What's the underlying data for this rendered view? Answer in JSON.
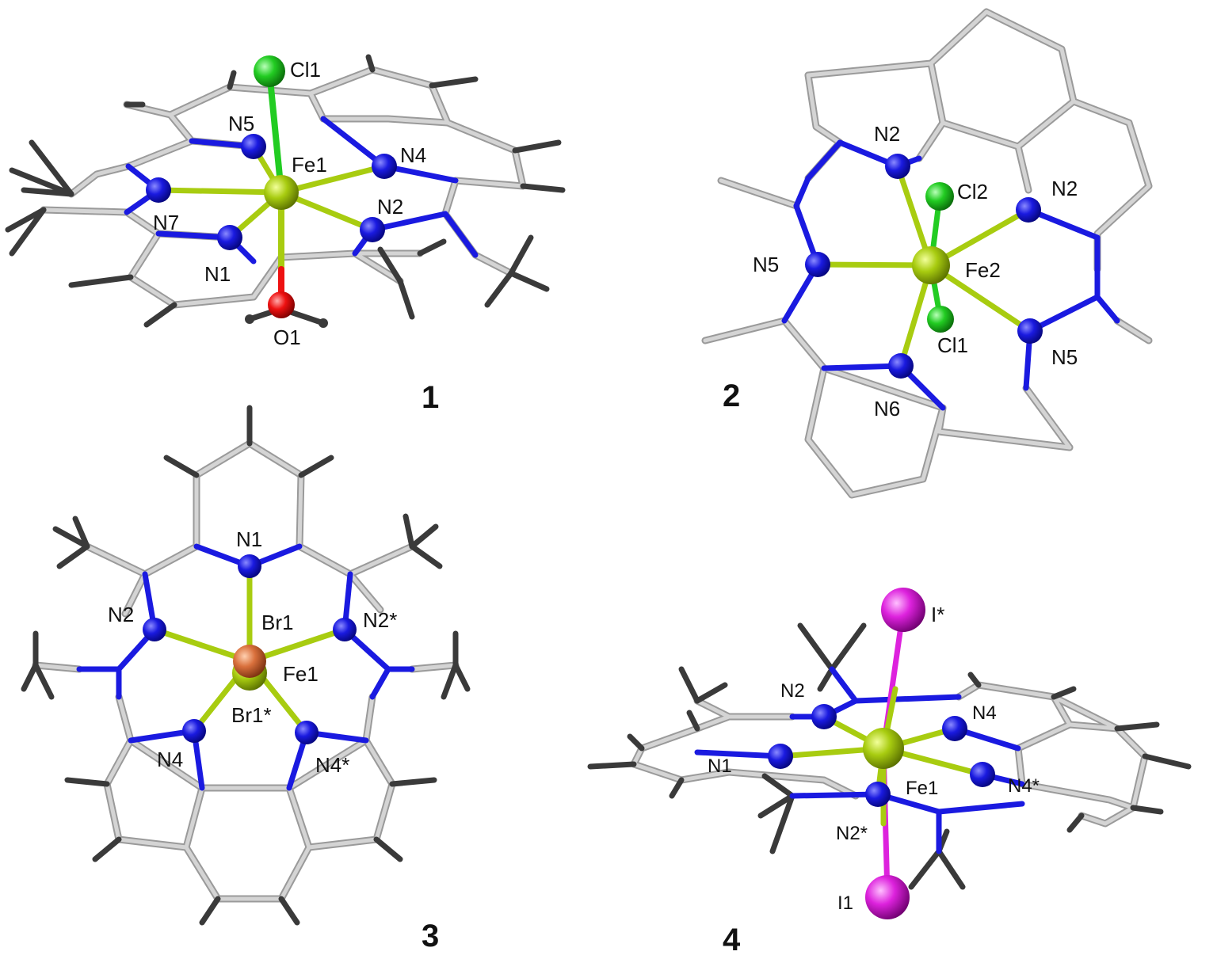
{
  "colors": {
    "bond": "#c8c8c8",
    "bond_edge": "#8a8a8a",
    "hydrogen": "#3a3a3a",
    "nitrogen": "#1a1ae0",
    "iron": "#a8cc10",
    "chlorine": "#22cc22",
    "oxygen": "#ee1111",
    "bromine": "#d9703c",
    "iodine": "#dd22dd",
    "label": "#111111"
  },
  "panels": [
    {
      "number": "1",
      "labels": {
        "cl1": "Cl1",
        "n5": "N5",
        "fe1": "Fe1",
        "n4": "N4",
        "n7": "N7",
        "n2": "N2",
        "n1": "N1",
        "o1": "O1"
      }
    },
    {
      "number": "2",
      "labels": {
        "n2a": "N2",
        "cl2": "Cl2",
        "n2b": "N2",
        "n5a": "N5",
        "fe2": "Fe2",
        "cl1": "Cl1",
        "n5b": "N5",
        "n6": "N6"
      }
    },
    {
      "number": "3",
      "labels": {
        "n1": "N1",
        "n2": "N2",
        "br1": "Br1",
        "n2s": "N2*",
        "fe1": "Fe1",
        "br1s": "Br1*",
        "n4": "N4",
        "n4s": "N4*"
      }
    },
    {
      "number": "4",
      "labels": {
        "is": "I*",
        "n2": "N2",
        "n4": "N4",
        "n1": "N1",
        "fe1": "Fe1",
        "n4s": "N4*",
        "n2s": "N2*",
        "i1": "I1"
      }
    }
  ]
}
